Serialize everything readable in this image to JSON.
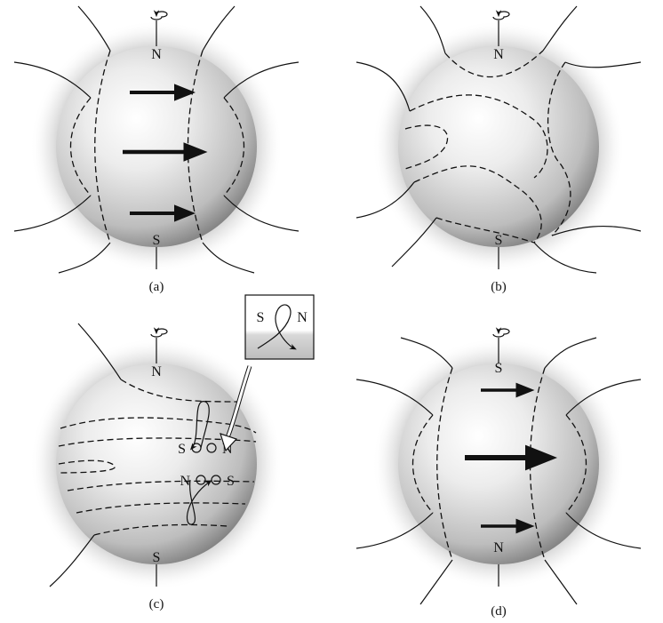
{
  "panels": [
    {
      "id": "a",
      "caption": "(a)",
      "top_pole": "N",
      "bottom_pole": "S"
    },
    {
      "id": "b",
      "caption": "(b)",
      "top_pole": "N",
      "bottom_pole": "S"
    },
    {
      "id": "c",
      "caption": "(c)",
      "top_pole": "N",
      "bottom_pole": "S",
      "spots": {
        "upper_left": "S",
        "upper_right": "N",
        "lower_left": "N",
        "lower_right": "S"
      },
      "inset": {
        "left_label": "S",
        "right_label": "N"
      }
    },
    {
      "id": "d",
      "caption": "(d)",
      "top_pole": "S",
      "bottom_pole": "N"
    }
  ]
}
